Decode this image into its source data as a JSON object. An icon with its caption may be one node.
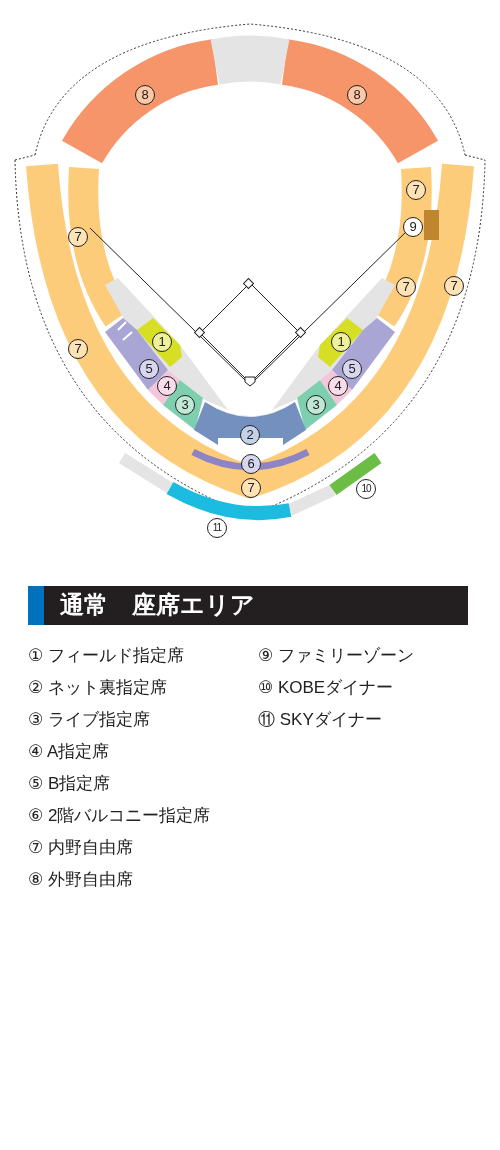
{
  "diagram": {
    "title": "通常　座席エリア",
    "labels": [
      "8",
      "8",
      "7",
      "7",
      "9",
      "7",
      "7",
      "7",
      "1",
      "1",
      "5",
      "5",
      "4",
      "4",
      "3",
      "3",
      "2",
      "6",
      "7",
      "10",
      "11",
      "① フィールド指定席",
      "② ネット裏指定席",
      "③ ライブ指定席",
      "④ A指定席",
      "⑤ B指定席",
      "⑥ 2階バルコニー指定席",
      "⑦ 内野自由席",
      "⑧ 外野自由席",
      "⑨ ファミリーゾーン",
      "⑩ KOBEダイナー",
      "⑪ SKYダイナー"
    ]
  }
}
